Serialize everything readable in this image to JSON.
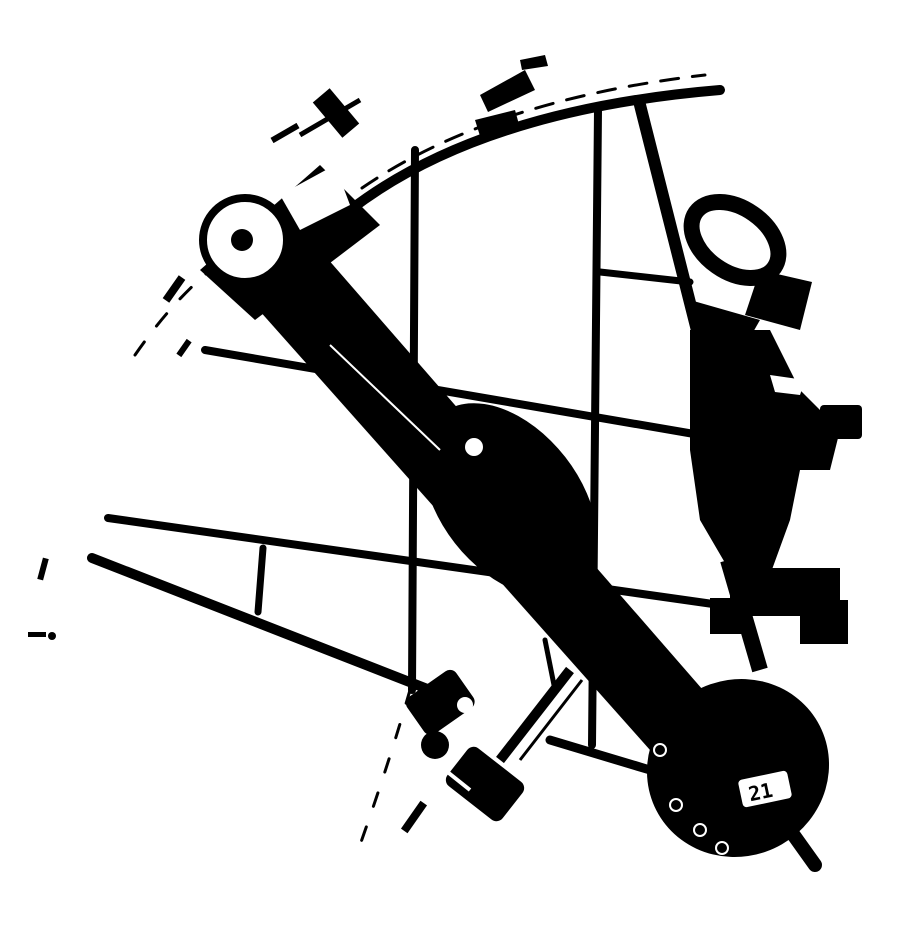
{
  "image": {
    "subject": "sextant",
    "style": "high-contrast black and white",
    "colors": {
      "ink": "#000000",
      "paper": "#ffffff"
    }
  },
  "dial": {
    "label": "21"
  }
}
